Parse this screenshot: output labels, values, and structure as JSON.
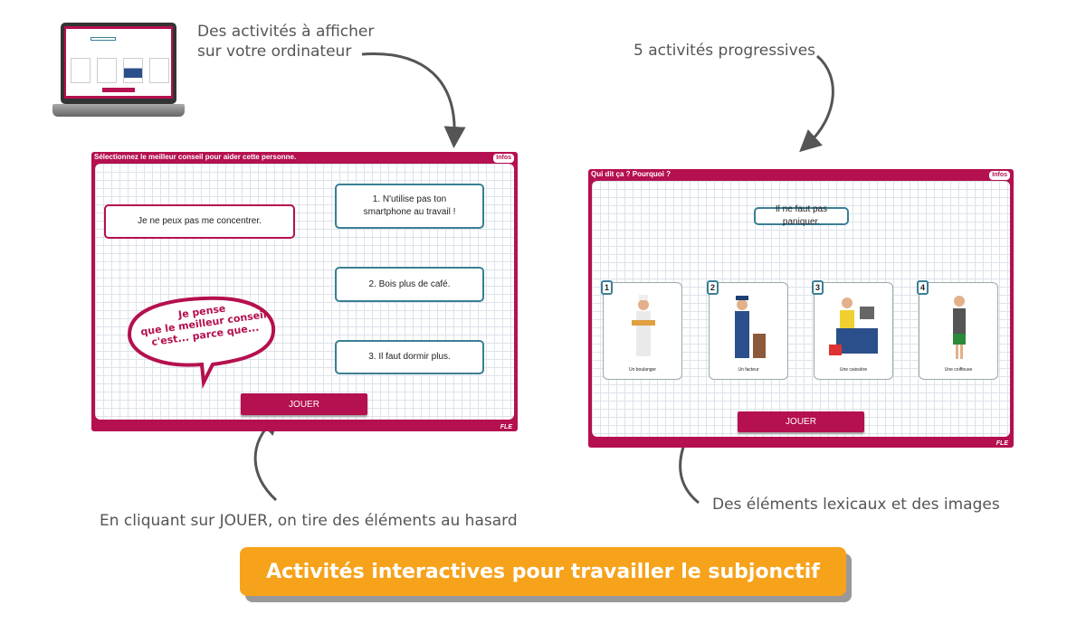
{
  "captions": {
    "computer_line1": "Des activités à afficher",
    "computer_line2": "sur votre ordinateur",
    "progressive": "5 activités progressives",
    "random": "En cliquant sur JOUER, on tire des éléments au hasard",
    "lexical": "Des éléments lexicaux et des images"
  },
  "banner": "Activités interactives pour travailler le subjonctif",
  "activity1": {
    "title": "Sélectionnez le meilleur conseil pour aider cette personne.",
    "infos": "Infos",
    "problem": "Je ne peux pas me concentrer.",
    "options": [
      "1. N'utilise pas ton smartphone au travail !",
      "2. Bois plus de café.",
      "3. Il faut dormir plus."
    ],
    "bubble": [
      "Je pense",
      "que le meilleur conseil",
      "c'est... parce que..."
    ],
    "play": "JOUER",
    "logo": "FLE"
  },
  "activity2": {
    "title": "Qui dit ça ? Pourquoi ?",
    "infos": "Infos",
    "statement": "Il ne faut pas paniquer.",
    "cards": [
      {
        "num": "1",
        "label": "Un boulanger"
      },
      {
        "num": "2",
        "label": "Un facteur"
      },
      {
        "num": "3",
        "label": "Une caissière"
      },
      {
        "num": "4",
        "label": "Une coiffeuse"
      }
    ],
    "play": "JOUER",
    "logo": "FLE"
  },
  "colors": {
    "brand": "#b5104f",
    "teal": "#3a7f95",
    "banner": "#f7a21b"
  }
}
